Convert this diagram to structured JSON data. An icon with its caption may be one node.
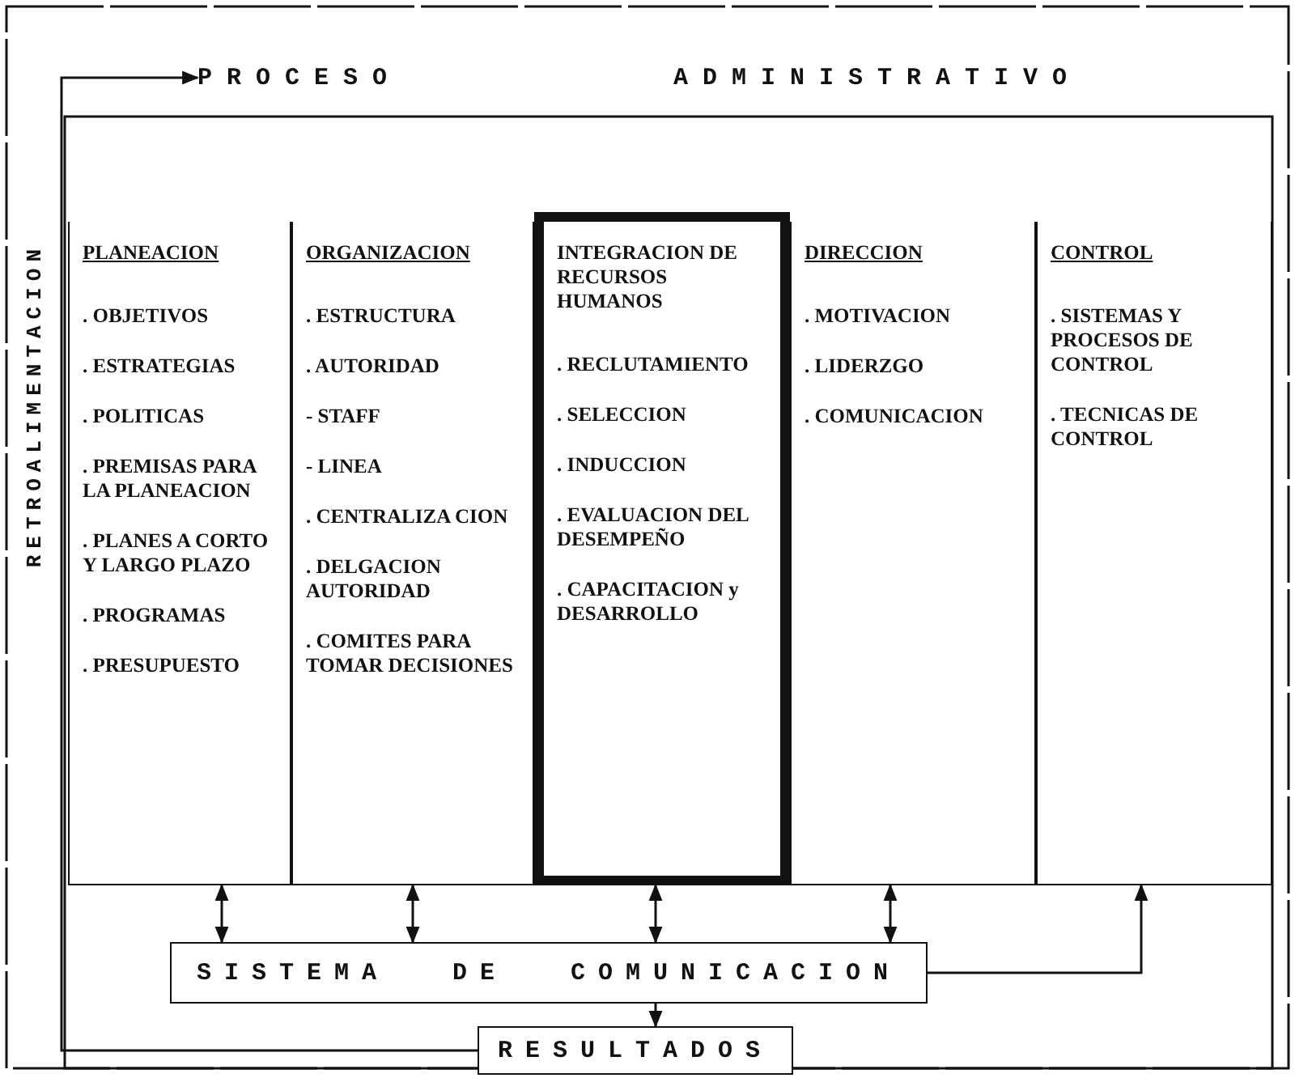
{
  "diagram": {
    "nodes": [
      {
        "text": [
          "PLANEACION",
          ". OBJETIVOS",
          ". ESTRATEGIAS",
          ". POLITICAS",
          ". PREMISAS PARA LA PLANEACION",
          ". PLANES A CORTO Y LARGO PLAZO",
          ". PROGRAMAS",
          ". PRESUPUESTO"
        ]
      },
      {
        "text": [
          "ORGANIZACION",
          ". ESTRUCTURA",
          ". AUTORIDAD",
          "- STAFF",
          "- LINEA",
          ". CENTRALIZA CION",
          ". DELGACION AUTORIDAD",
          ". COMITES PARA TOMAR DECISIONES"
        ]
      },
      {
        "text": [
          "INTEGRACION DE RECURSOS HUMANOS",
          ". RECLUTAMIENTO",
          ". SELECCION",
          ". INDUCCION",
          ". EVALUACION DEL DESEMPEÑO",
          ". CAPACITACION y DESARROLLO"
        ]
      },
      {
        "text": [
          "DIRECCION",
          ". MOTIVACION",
          ". LIDERZGO",
          ". COMUNICACION"
        ]
      },
      {
        "text": [
          "CONTROL",
          ". SISTEMAS Y PROCESOS DE CONTROL",
          ". TECNICAS DE CONTROL"
        ]
      },
      {
        "text": [
          "SISTEMA DE COMUNICACION"
        ]
      },
      {
        "text": [
          "RESULTADOS"
        ]
      },
      {
        "text": [
          "PROCESO ADMINISTRATIVO"
        ]
      }
    ],
    "edges": [
      {
        "from": 5,
        "to": 0,
        "arrow": "both"
      },
      {
        "from": 5,
        "to": 1,
        "arrow": "both"
      },
      {
        "from": 5,
        "to": 2,
        "arrow": "both"
      },
      {
        "from": 5,
        "to": 3,
        "arrow": "both"
      },
      {
        "from": 5,
        "to": 4,
        "arrow": "to"
      },
      {
        "from": 5,
        "to": 6,
        "arrow": "to"
      },
      {
        "from": 6,
        "to": 7,
        "arrow": "to",
        "label": "RETROALIMENTACION"
      }
    ]
  }
}
